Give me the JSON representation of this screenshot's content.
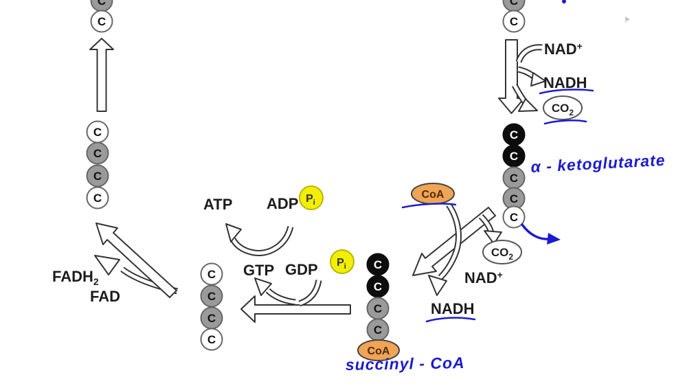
{
  "carbon": "C",
  "labels": {
    "atp": "ATP",
    "adp": "ADP",
    "gtp": "GTP",
    "gdp": "GDP",
    "fad": "FAD",
    "fadh": {
      "base": "FADH",
      "sub": "2"
    },
    "nad": {
      "base": "NAD",
      "sup": "+"
    },
    "nadh": "NADH",
    "co2": {
      "base": "CO",
      "sub": "2"
    },
    "pi": {
      "base": "P",
      "sub": "i"
    },
    "coa": "CoA"
  },
  "handwritten": {
    "alpha_ketoglutarate": "α - ketoglutarate",
    "succinyl_coa": "succinyl - CoA"
  },
  "chains": {
    "top_left": [
      "gray",
      "white"
    ],
    "left": [
      "white",
      "gray",
      "gray",
      "white"
    ],
    "bottom_middle": [
      "white",
      "gray",
      "gray",
      "white"
    ],
    "succinyl_coa": [
      "black",
      "black",
      "gray",
      "gray"
    ],
    "alpha_ketoglutarate": [
      "black",
      "black",
      "gray",
      "gray",
      "white"
    ],
    "top_right": [
      "gray",
      "white"
    ]
  },
  "colors": {
    "phosphate_yellow": "#f2ef00",
    "coa_orange": "#f0a455",
    "carbon_gray": "#9a9a9a",
    "carbon_black": "#0d0d0d",
    "annotation_blue": "#1b1bd0",
    "diagram_line": "#333333"
  }
}
